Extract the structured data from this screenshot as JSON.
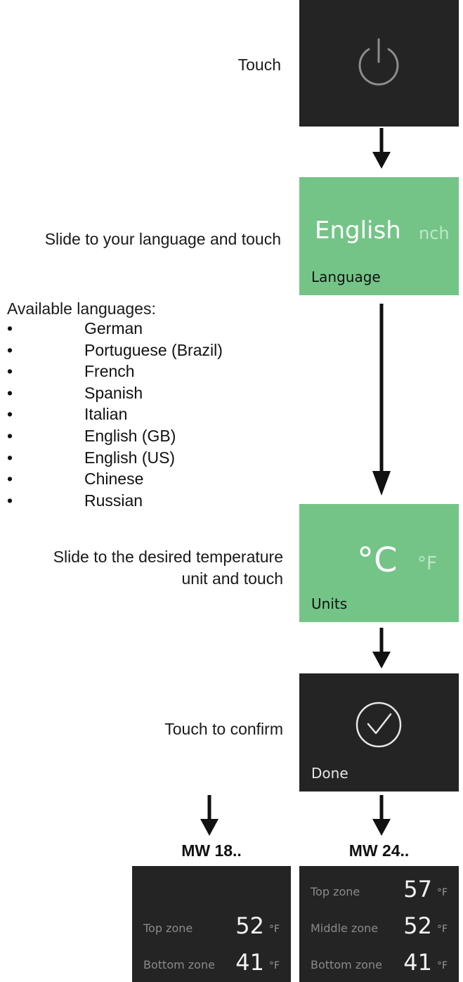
{
  "steps": {
    "power": {
      "caption": "Touch",
      "icon": "power-icon"
    },
    "language": {
      "caption": "Slide to your language and touch",
      "selected": "English",
      "next_partial": "nch",
      "label": "Language"
    },
    "available": {
      "heading": "Available languages:",
      "items": [
        "German",
        "Portuguese (Brazil)",
        "French",
        "Spanish",
        "Italian",
        "English (GB)",
        "English (US)",
        "Chinese",
        "Russian"
      ]
    },
    "units": {
      "caption_line1": "Slide to the desired temperature",
      "caption_line2": "unit and touch",
      "selected": "°C",
      "other": "°F",
      "label": "Units"
    },
    "done": {
      "caption": "Touch to confirm",
      "label": "Done",
      "icon": "check-circle-icon"
    }
  },
  "models": {
    "mw18": {
      "title": "MW 18..",
      "zones": [
        {
          "name": "Top zone",
          "value": "52",
          "unit": "°F"
        },
        {
          "name": "Bottom zone",
          "value": "41",
          "unit": "°F"
        }
      ]
    },
    "mw24": {
      "title": "MW 24..",
      "zones": [
        {
          "name": "Top zone",
          "value": "57",
          "unit": "°F"
        },
        {
          "name": "Middle zone",
          "value": "52",
          "unit": "°F"
        },
        {
          "name": "Bottom zone",
          "value": "41",
          "unit": "°F"
        }
      ]
    }
  },
  "colors": {
    "dark_panel": "#242424",
    "green_panel": "#74c487",
    "arrow": "#111111"
  }
}
